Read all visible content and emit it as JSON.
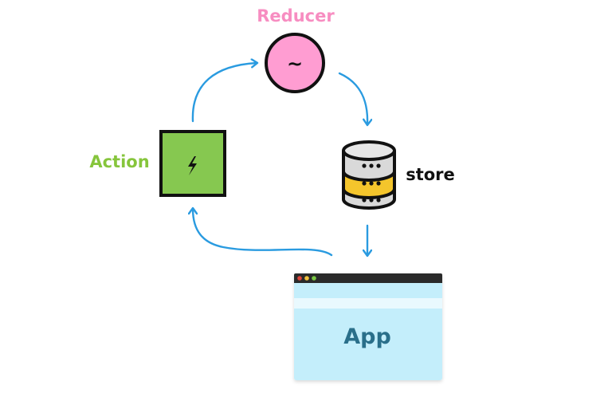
{
  "diagram": {
    "reducer": {
      "label": "Reducer",
      "symbol": "~",
      "label_color": "#f78dc1",
      "fill_color": "#ff9dd2"
    },
    "action": {
      "label": "Action",
      "icon": "lightning-bolt-icon",
      "label_color": "#86c53c",
      "fill_color": "#86c850"
    },
    "store": {
      "label": "store",
      "icon": "database-icon",
      "band_color": "#f4c52c"
    },
    "app": {
      "label": "App",
      "window_dots": [
        "#e0443a",
        "#f0c23c",
        "#7ac943"
      ],
      "window_color": "#c4eefb",
      "label_color": "#2a6f8a"
    },
    "arrows": {
      "color": "#2a9be0"
    }
  }
}
